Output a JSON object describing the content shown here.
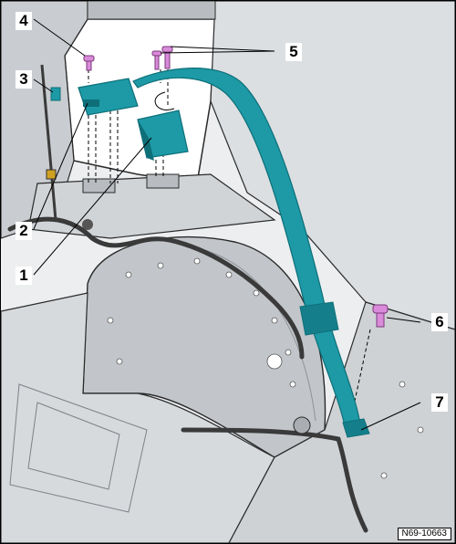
{
  "figure_id": "N69-10663",
  "callouts": [
    {
      "id": "c4",
      "label": "4"
    },
    {
      "id": "c5",
      "label": "5"
    },
    {
      "id": "c3",
      "label": "3"
    },
    {
      "id": "c2",
      "label": "2"
    },
    {
      "id": "c1",
      "label": "1"
    },
    {
      "id": "c6",
      "label": "6"
    },
    {
      "id": "c7",
      "label": "7"
    }
  ],
  "colors": {
    "belt": "#1d9aa6",
    "belt_dark": "#0e6f79",
    "bolt": "#d98ad9",
    "body_light": "#e3e5e7",
    "body_mid": "#c6c9cc",
    "body_dark": "#9da1a5",
    "line": "#2a2a2a",
    "wiring": "#3a3a3a"
  }
}
